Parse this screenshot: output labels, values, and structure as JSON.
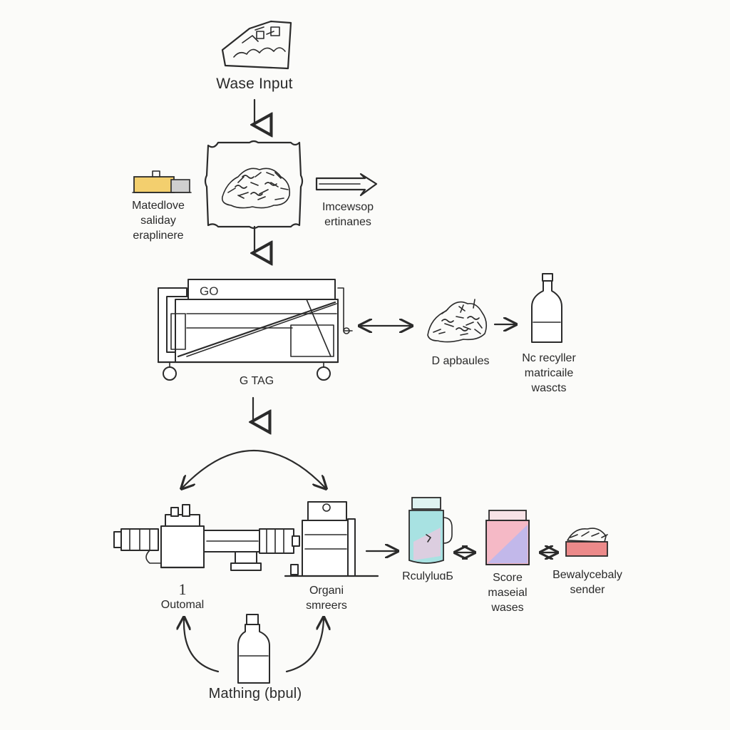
{
  "diagram": {
    "nodes": {
      "waste_input": {
        "label": "Wase Input"
      },
      "left_note": {
        "label": "Matedlove\nsaliday\neraplinere"
      },
      "right_note": {
        "label": "Imcewsop\nertinanes"
      },
      "machine": {
        "label": "G TAG",
        "panel_text": "GO"
      },
      "shreds": {
        "label": "D apbaules"
      },
      "bottle": {
        "label": "Nc recyller\nmatricaile\nwascts"
      },
      "left_machine": {
        "number": "1",
        "label": "Outomal"
      },
      "right_machine": {
        "label": "Organi\nsmreers"
      },
      "jar_blue": {
        "label": "RculyluɑБ"
      },
      "box_pink": {
        "label": "Score\nmaseial\nwases"
      },
      "tray": {
        "label": "Bewalycebaly\nsender"
      },
      "bottom_bottle": {
        "label": "Mathing (bpul)"
      }
    },
    "colors": {
      "ink": "#2b2b2b",
      "background": "#fbfbf9",
      "yellow_block": "#f3cf6e",
      "jar_teal": "#a8e2e2",
      "jar_pink": "#f2c6e0",
      "box_pink": "#f5b9c6",
      "box_lavender": "#c2b8ea",
      "tray_red": "#ec8a8a"
    },
    "icons": [
      "shredded-waste-pile-icon",
      "yellow-block-icon",
      "right-arrow-box-icon",
      "shredder-machine-icon",
      "glass-bottle-icon",
      "extruder-machine-icon",
      "storage-cabinet-icon",
      "teal-jar-icon",
      "pastel-container-icon",
      "red-tray-icon",
      "plastic-bottle-icon"
    ]
  }
}
